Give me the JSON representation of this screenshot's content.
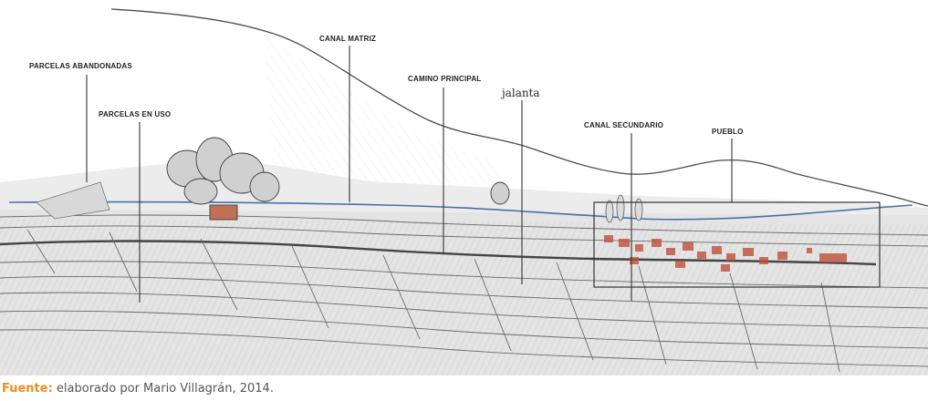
{
  "labels": {
    "parcelas_abandonadas": "PARCELAS ABANDONADAS",
    "parcelas_en_uso": "PARCELAS EN USO",
    "canal_matriz": "CANAL MATRIZ",
    "camino_principal": "CAMINO PRINCIPAL",
    "jalanta": "jalanta",
    "canal_secundario": "CANAL SECUNDARIO",
    "pueblo": "PUEBLO"
  },
  "caption": {
    "source_label": "Fuente:",
    "source_text": " elaborado por Mario Villagrán, 2014."
  },
  "colors": {
    "ink": "#3a3a3a",
    "canal": "#4a6fa5",
    "village": "#c0503a",
    "source_label": "#f08c1e"
  }
}
